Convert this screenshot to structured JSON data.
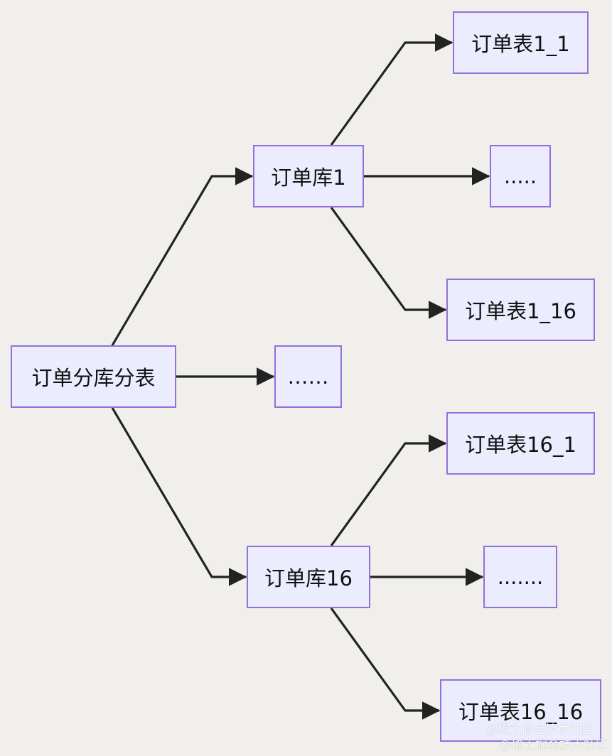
{
  "colors": {
    "background": "#f0efeb",
    "node_fill": "#ececff",
    "node_border": "#9370db",
    "edge": "#222222"
  },
  "nodes": {
    "root": "订单分库分表",
    "db1": "订单库1",
    "db_ellipsis": "……",
    "db16": "订单库16",
    "t1_1": "订单表1_1",
    "db1_ellipsis": ".....",
    "t1_16": "订单表1_16",
    "t16_1": "订单表16_1",
    "db16_ellipsis": ".......",
    "t16_16": "订单表16_16"
  },
  "watermark": {
    "line1": "@稀土掘金技术社区",
    "line2": "@稀土掘金技术社区"
  }
}
